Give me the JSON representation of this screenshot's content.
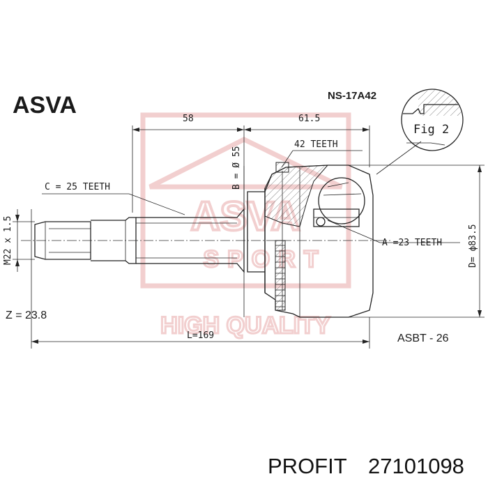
{
  "brand": "ASVA",
  "part_number": "NS-17A42",
  "figure_label": "Fig 2",
  "dimensions": {
    "length_left": "58",
    "length_right": "61.5",
    "bearing_diameter": "B = Ø 55",
    "thread": "M22 x 1.5",
    "outer_diameter": "D= ϕ83.5",
    "total_length": "L=169"
  },
  "teeth": {
    "abs_ring": "42 TEETH",
    "outer_spline": "C = 25 TEETH",
    "inner_spline": "A =23 TEETH"
  },
  "z_value": "Z = 23.8",
  "catalog_code": "ASBT - 26",
  "watermark": {
    "line1": "ASVA",
    "line2": "SPORT",
    "line3": "HIGH QUALITY",
    "color": "#e8a8a8"
  },
  "footer": {
    "brand": "PROFIT",
    "number": "27101098"
  }
}
